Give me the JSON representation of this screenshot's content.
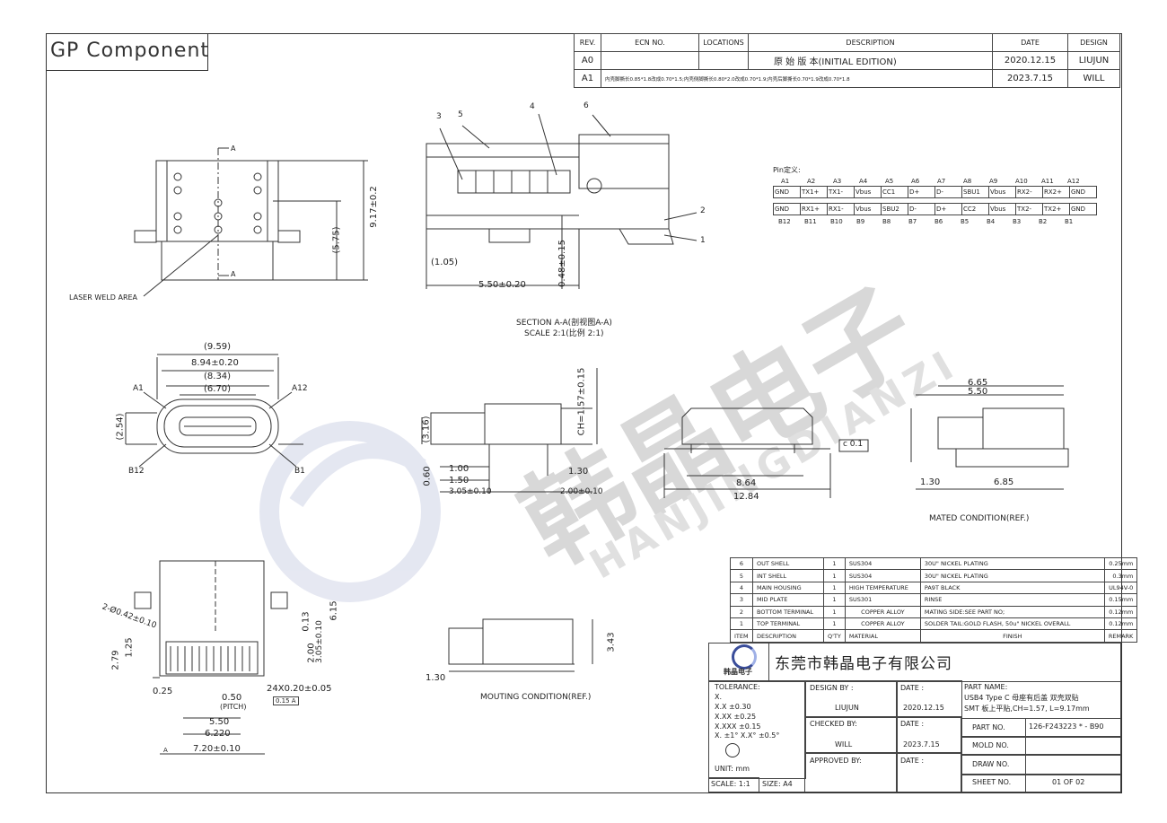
{
  "header": {
    "title": "GP Component"
  },
  "revision_table": {
    "headers": [
      "REV.",
      "ECN NO.",
      "LOCATIONS",
      "DESCRIPTION",
      "DATE",
      "DESIGN"
    ],
    "rows": [
      {
        "rev": "A0",
        "ecn": "",
        "loc": "",
        "desc": "原 始 版 本(INITIAL EDITION)",
        "date": "2020.12.15",
        "design": "LIUJUN"
      },
      {
        "rev": "A1",
        "ecn": "",
        "loc": "",
        "desc": "内壳脚撕长0.85*1.8改成0.70*1.5;内壳侧脚撕长0.80*2.0改成0.70*1.9;内壳后脚撕长0.70*1.9改成0.70*1.8",
        "date": "2023.7.15",
        "design": "WILL"
      }
    ]
  },
  "pin_definition": {
    "title": "Pin定义:",
    "top_labels": [
      "A1",
      "A2",
      "A3",
      "A4",
      "A5",
      "A6",
      "A7",
      "A8",
      "A9",
      "A10",
      "A11",
      "A12"
    ],
    "row_a": [
      "GND",
      "TX1+",
      "TX1-",
      "Vbus",
      "CC1",
      "D+",
      "D-",
      "SBU1",
      "Vbus",
      "RX2-",
      "RX2+",
      "GND"
    ],
    "row_b": [
      "GND",
      "RX1+",
      "RX1-",
      "Vbus",
      "SBU2",
      "D-",
      "D+",
      "CC2",
      "Vbus",
      "TX2-",
      "TX2+",
      "GND"
    ],
    "bottom_labels": [
      "B12",
      "B11",
      "B10",
      "B9",
      "B8",
      "B7",
      "B6",
      "B5",
      "B4",
      "B3",
      "B2",
      "B1"
    ]
  },
  "callouts": {
    "section_numbers": [
      "3",
      "5",
      "4",
      "6",
      "2",
      "1"
    ],
    "section_title": "SECTION A-A(剖视图A-A)",
    "section_scale": "SCALE 2:1(比例 2:1)",
    "laser_weld": "LASER WELD AREA",
    "mated": "MATED CONDITION(REF.)",
    "mouting": "MOUTING CONDITION(REF.)",
    "a_marks": [
      "A",
      "A",
      "A"
    ],
    "a1": "A1",
    "a12": "A12",
    "b12": "B12",
    "b1": "B1"
  },
  "dimensions": {
    "d_917": "9.17±0.2",
    "d_575": "(5.75)",
    "d_105": "(1.05)",
    "d_550": "5.50±0.20",
    "d_048": "0.48±0.15",
    "d_959": "(9.59)",
    "d_894": "8.94±0.20",
    "d_834": "(8.34)",
    "d_670": "(6.70)",
    "d_254": "(2.54)",
    "d_316": "(3.16)",
    "d_ch": "CH=1.57±0.15",
    "d_100": "1.00",
    "d_150": "1.50",
    "d_060": "0.60",
    "d_305": "3.05±0.10",
    "d_130": "1.30",
    "d_200": "2.00±0.10",
    "d_864": "8.64",
    "d_1284": "12.84",
    "d_c01": "c 0.1",
    "d_665": "6.65",
    "d_550b": "5.50",
    "d_130b": "1.30",
    "d_685": "6.85",
    "d_phi": "2-Ø0.42±0.10",
    "d_013": "0.13",
    "d_615": "6.15",
    "d_305b": "3.05±0.10",
    "d_200b": "2.00",
    "d_279": "2.79",
    "d_125": "1.25",
    "d_025": "0.25",
    "d_050": "0.50",
    "d_pitch": "(PITCH)",
    "d_24x": "24X0.20±0.05",
    "d_tol": "0.15 A",
    "d_550c": "5.50",
    "d_6220": "6.220",
    "d_720": "7.20±0.10",
    "d_343": "3.43",
    "d_130c": "1.30"
  },
  "bom": {
    "rows": [
      {
        "item": "6",
        "desc": "OUT SHELL",
        "qty": "1",
        "mat": "SUS304",
        "finish": "30U\" NICKEL PLATING",
        "remark": "0.25mm"
      },
      {
        "item": "5",
        "desc": "INT SHELL",
        "qty": "1",
        "mat": "SUS304",
        "finish": "30U\" NICKEL PLATING",
        "remark": "0.3mm"
      },
      {
        "item": "4",
        "desc": "MAIN HOUSING",
        "qty": "1",
        "mat": "HIGH TEMPERATURE",
        "finish": "PA9T BLACK",
        "remark": "UL94V-0"
      },
      {
        "item": "3",
        "desc": "MID PLATE",
        "qty": "1",
        "mat": "SUS301",
        "finish": "RINSE",
        "remark": "0.15mm"
      },
      {
        "item": "2",
        "desc": "BOTTOM TERMINAL",
        "qty": "1",
        "mat": "COPPER ALLOY",
        "finish": "MATING SIDE:SEE PART NO;",
        "remark": "0.12mm"
      },
      {
        "item": "1",
        "desc": "TOP TERMINAL",
        "qty": "1",
        "mat": "COPPER ALLOY",
        "finish": "SOLDER TAIL:GOLD FLASH, 50u\" NICKEL OVERALL",
        "remark": "0.12mm"
      }
    ],
    "header": {
      "item": "ITEM",
      "desc": "DESCRIPTION",
      "qty": "Q'TY",
      "mat": "MATERIAL",
      "finish": "FINISH",
      "remark": "REMARK"
    }
  },
  "title_block": {
    "company": "东莞市韩晶电子有限公司",
    "logo_text": "韩晶电子",
    "tolerance_title": "TOLERANCE:",
    "tol_rows": [
      "X.",
      "X.X  ±0.30",
      "X.XX  ±0.25",
      "X.XXX  ±0.15",
      "X.  ±1°   X.X°  ±0.5°"
    ],
    "unit": "UNIT:   mm",
    "scale": "SCALE: 1:1",
    "size": "SIZE: A4",
    "design_by": "DESIGN BY :",
    "designer": "LIUJUN",
    "date_label": "DATE :",
    "design_date": "2020.12.15",
    "checked_by": "CHECKED BY:",
    "checker": "WILL",
    "checked_date": "2023.7.15",
    "approved_by": "APPROVED BY:",
    "approved_date_label": "DATE :",
    "part_name_label": "PART NAME:",
    "part_name_1": "USB4 Type C  母座有后盖 双壳双贴",
    "part_name_2": "SMT 板上平贴,CH=1.57, L=9.17mm",
    "part_no_label": "PART NO.",
    "part_no": "126-F243223  *  - B90",
    "mold_no_label": "MOLD NO.",
    "draw_no_label": "DRAW NO.",
    "sheet_no_label": "SHEET NO.",
    "sheet_no": "01 OF 02"
  },
  "watermark": {
    "cn": "韩晶电子",
    "en": "HANJINGDIANZI"
  }
}
